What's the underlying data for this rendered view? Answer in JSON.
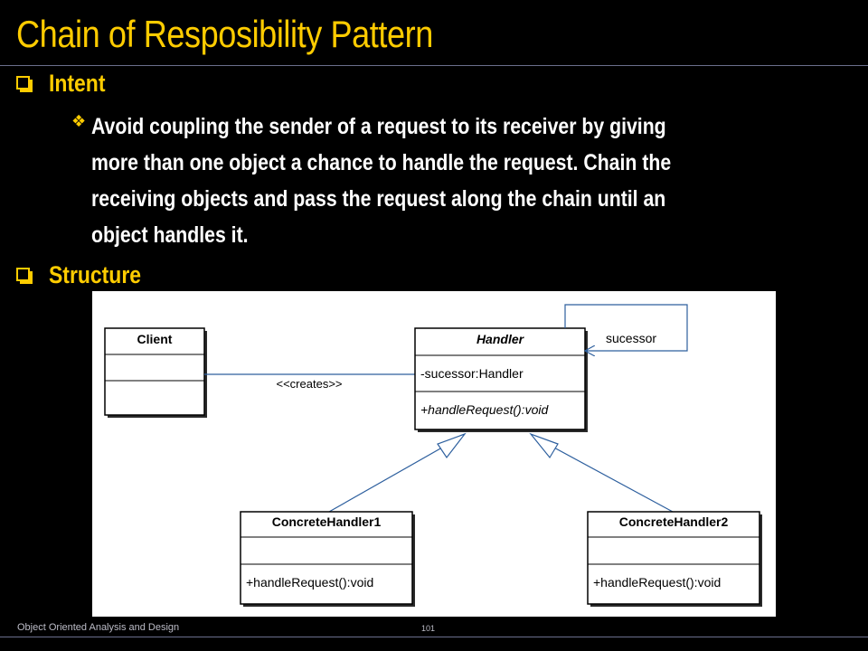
{
  "slide": {
    "title": "Chain of Resposibility Pattern",
    "footer_text": "Object Oriented Analysis and Design",
    "page_number": "101"
  },
  "bullets": {
    "intent_heading": "Intent",
    "intent_lines": [
      "Avoid coupling the sender of a request to its receiver by giving",
      "more than one object a chance to handle the request. Chain the",
      "receiving objects and pass the request along the chain until an",
      "object handles it."
    ],
    "structure_heading": "Structure"
  },
  "diagram": {
    "client": {
      "name": "Client"
    },
    "handler": {
      "name": "Handler",
      "attribute": "-sucessor:Handler",
      "operation": "+handleRequest():void"
    },
    "concrete1": {
      "name": "ConcreteHandler1",
      "operation": "+handleRequest():void"
    },
    "concrete2": {
      "name": "ConcreteHandler2",
      "operation": "+handleRequest():void"
    },
    "creates_label": "<<creates>>",
    "successor_label": "sucessor"
  },
  "colors": {
    "title": "#ffcc00",
    "accent": "#ffcc00",
    "text": "#ffffff",
    "background": "#000000",
    "rule": "#6a6f8c",
    "connector": "#2d5f9e"
  }
}
